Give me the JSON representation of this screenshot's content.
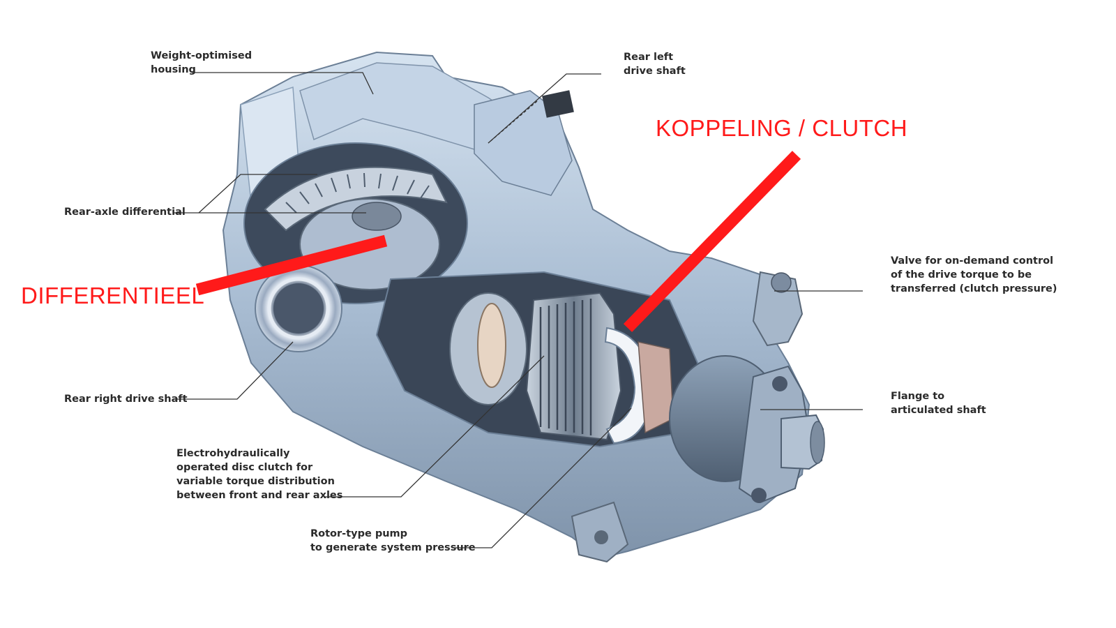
{
  "labels": {
    "housing": "Weight-optimised\nhousing",
    "rear_left_shaft": "Rear left\ndrive shaft",
    "differential": "Rear-axle differential",
    "valve": "Valve for on-demand control\nof the drive torque to be\ntransferred (clutch pressure)",
    "rear_right_shaft": "Rear right drive shaft",
    "flange": "Flange to\narticulated shaft",
    "disc_clutch": "Electrohydraulically\noperated disc clutch for\nvariable torque distribution\nbetween front and rear axles",
    "pump": "Rotor-type pump\nto generate system pressure"
  },
  "annotations": {
    "clutch": "KOPPELING / CLUTCH",
    "differential": "DIFFERENTIEEL"
  },
  "colors": {
    "annotation_red": "#ff1a1a",
    "label_text": "#2a2a2a",
    "leader_line": "#333333",
    "housing_blue": "#a9bfd6"
  }
}
